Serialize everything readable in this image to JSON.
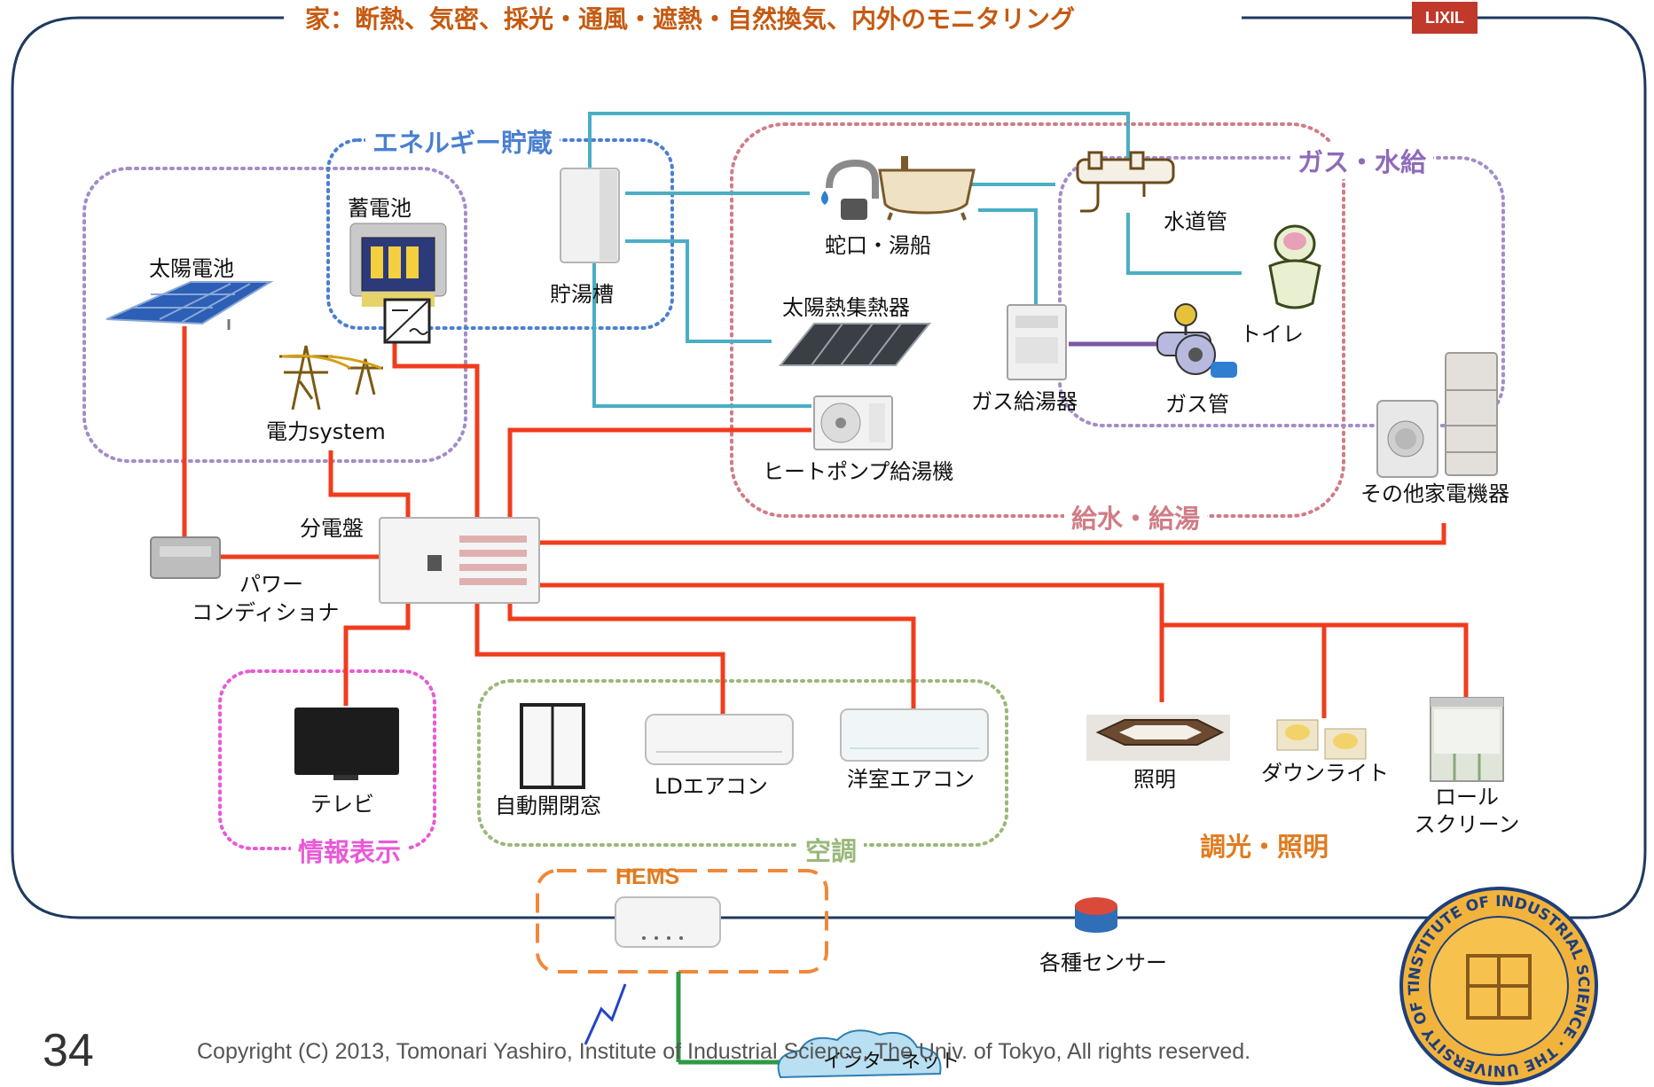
{
  "header": {
    "title": "家：断熱、気密、採光・通風・遮熱・自然換気、内外のモニタリング",
    "brand_badge": "LIXIL",
    "brand_color": "#c0392b"
  },
  "groups": {
    "energy_storage": "エネルギー貯蔵",
    "gas_water": "ガス・水給",
    "water_hot_water": "給水・給湯",
    "info_display": "情報表示",
    "air_conditioning": "空調",
    "dimming_lighting": "調光・照明",
    "hems": "HEMS"
  },
  "devices": {
    "solar_panel": "太陽電池",
    "battery": "蓄電池",
    "power_grid": "電力system",
    "hot_water_tank": "貯湯槽",
    "faucet_bath": "蛇口・湯船",
    "water_pipe": "水道管",
    "toilet": "トイレ",
    "solar_collector": "太陽熱集熱器",
    "gas_water_heater": "ガス給湯器",
    "gas_pipe": "ガス管",
    "heat_pump": "ヒートポンプ給湯機",
    "other_appliances": "その他家電機器",
    "distribution_board": "分電盤",
    "power_conditioner_line1": "パワー",
    "power_conditioner_line2": "コンディショナ",
    "tv": "テレビ",
    "auto_window": "自動開閉窓",
    "ld_aircon": "LDエアコン",
    "room_aircon": "洋室エアコン",
    "lighting": "照明",
    "downlight": "ダウンライト",
    "roll_screen_line1": "ロール",
    "roll_screen_line2": "スクリーン",
    "sensors": "各種センサー",
    "internet": "インターネット"
  },
  "footer": {
    "page_number": "34",
    "copyright": "Copyright (C) 2013, Tomonari Yashiro, Institute of Industrial Science, The Univ. of Tokyo, All rights reserved."
  },
  "seal": {
    "ring_text": "INSTITUTE OF INDUSTRIAL SCIENCE · THE UNIVERSITY OF TOKYO ·"
  },
  "colors": {
    "power_line": "#f03c1e",
    "water_line": "#4aaec4",
    "gas_line": "#7a59a6",
    "internet_line": "#2e9a45",
    "house_outline": "#1f3a5f",
    "title_text": "#c55a11",
    "energy_group": "#4a7fd0",
    "gas_water_group": "#8e6bb8",
    "water_group": "#d07c86",
    "info_group": "#e85ad6",
    "aircon_group": "#9ab87a",
    "lighting_group": "#e07b20"
  },
  "icons": [
    "solar-panel-icon",
    "battery-icon",
    "inverter-icon",
    "power-tower-icon",
    "hot-water-tank-icon",
    "faucet-icon",
    "bathtub-icon",
    "water-pipe-icon",
    "toilet-icon",
    "solar-collector-icon",
    "gas-water-heater-icon",
    "gas-valve-icon",
    "heat-pump-icon",
    "washing-machine-icon",
    "refrigerator-icon",
    "distribution-board-icon",
    "power-conditioner-icon",
    "tv-icon",
    "window-icon",
    "air-conditioner-icon",
    "ceiling-light-icon",
    "downlight-icon",
    "roll-screen-icon",
    "router-icon",
    "sensor-icon",
    "cloud-icon",
    "wireless-icon",
    "university-seal-icon"
  ]
}
